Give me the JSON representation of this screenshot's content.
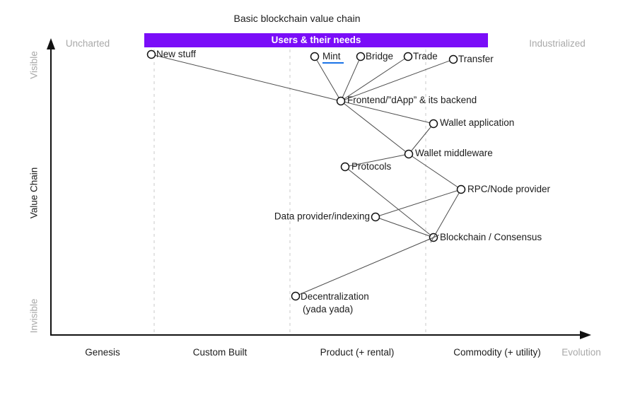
{
  "title": "Basic blockchain value chain",
  "banner": {
    "label": "Users & their needs",
    "color": "#7a0df8"
  },
  "axes": {
    "y_title": "Value Chain",
    "y_top_label": "Visible",
    "y_bottom_label": "Invisible",
    "x_title": "Evolution",
    "top_left_label": "Uncharted",
    "top_right_label": "Industrialized",
    "stages": [
      "Genesis",
      "Custom Built",
      "Product (+ rental)",
      "Commodity (+ utility)"
    ]
  },
  "nodes": [
    {
      "id": "new-stuff",
      "label": "New stuff"
    },
    {
      "id": "mint",
      "label": "Mint",
      "is_link": true
    },
    {
      "id": "bridge",
      "label": "Bridge"
    },
    {
      "id": "trade",
      "label": "Trade"
    },
    {
      "id": "transfer",
      "label": "Transfer"
    },
    {
      "id": "frontend",
      "label": "Frontend/”dApp” & its backend"
    },
    {
      "id": "wallet-application",
      "label": "Wallet application"
    },
    {
      "id": "wallet-middleware",
      "label": "Wallet middleware"
    },
    {
      "id": "protocols",
      "label": "Protocols"
    },
    {
      "id": "rpc-node-provider",
      "label": "RPC/Node provider"
    },
    {
      "id": "data-provider-indexing",
      "label": "Data provider/indexing"
    },
    {
      "id": "blockchain-consensus",
      "label": "Blockchain / Consensus"
    },
    {
      "id": "decentralization",
      "label": "Decentralization",
      "sublabel": "(yada yada)"
    }
  ],
  "edges": [
    [
      "new-stuff",
      "frontend"
    ],
    [
      "mint",
      "frontend"
    ],
    [
      "bridge",
      "frontend"
    ],
    [
      "trade",
      "frontend"
    ],
    [
      "transfer",
      "frontend"
    ],
    [
      "frontend",
      "wallet-application"
    ],
    [
      "frontend",
      "wallet-middleware"
    ],
    [
      "wallet-application",
      "wallet-middleware"
    ],
    [
      "wallet-middleware",
      "protocols"
    ],
    [
      "wallet-middleware",
      "rpc-node-provider"
    ],
    [
      "protocols",
      "blockchain-consensus"
    ],
    [
      "rpc-node-provider",
      "data-provider-indexing"
    ],
    [
      "rpc-node-provider",
      "blockchain-consensus"
    ],
    [
      "data-provider-indexing",
      "blockchain-consensus"
    ],
    [
      "blockchain-consensus",
      "decentralization"
    ]
  ],
  "colors": {
    "banner_background": "#7a0df8",
    "banner_text": "#ffffff",
    "link_underline": "#1a73e8",
    "edge_line": "#4d4d4d",
    "stage_divider": "#c8c8c8",
    "muted_text": "#a9a9a9",
    "axis": "#111111"
  }
}
